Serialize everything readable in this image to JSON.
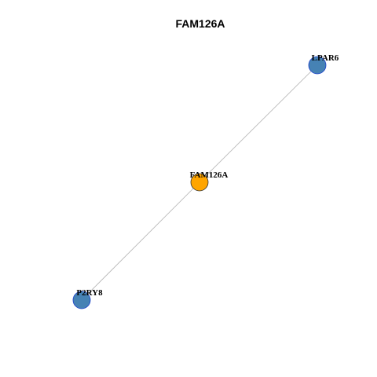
{
  "title": "FAM126A",
  "colors": {
    "center_node": "#FFA500",
    "center_node_stroke": "#333333",
    "neighbor_node": "#4682B4",
    "neighbor_node_stroke": "#1a3fcc",
    "edge": "#b3b3b3"
  },
  "nodes": [
    {
      "id": "FAM126A",
      "label": "FAM126A",
      "role": "center"
    },
    {
      "id": "LPAR6",
      "label": "LPAR6",
      "role": "neighbor"
    },
    {
      "id": "P2RY8",
      "label": "P2RY8",
      "role": "neighbor"
    }
  ],
  "edges": [
    {
      "from": "FAM126A",
      "to": "LPAR6"
    },
    {
      "from": "FAM126A",
      "to": "P2RY8"
    }
  ]
}
